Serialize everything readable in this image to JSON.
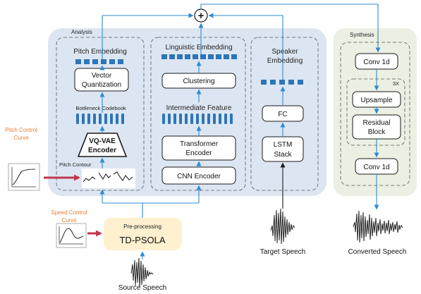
{
  "analysis": {
    "label": "Analysis",
    "pitch": {
      "title": "Pitch Embedding",
      "vq_line1": "Vector",
      "vq_line2": "Quantization",
      "codebook": "Bottleneck Codebook",
      "enc_line1": "VQ-VAE",
      "enc_line2": "Encoder",
      "contour": "Pitch Contour"
    },
    "linguistic": {
      "title": "Linguistic Embedding",
      "clustering": "Clustering",
      "intermediate": "Intermediate Feature",
      "transformer_line1": "Transformer",
      "transformer_line2": "Encoder",
      "cnn": "CNN Encoder"
    },
    "speaker": {
      "title_line1": "Speaker",
      "title_line2": "Embedding",
      "fc": "FC",
      "lstm_line1": "LSTM",
      "lstm_line2": "Stack"
    }
  },
  "synthesis": {
    "label": "Synthesis",
    "conv_top": "Conv 1d",
    "repeat": "3X",
    "upsample": "Upsample",
    "residual_line1": "Residual",
    "residual_line2": "Block",
    "conv_bottom": "Conv 1d"
  },
  "preprocessing": {
    "label": "Pre-processing",
    "method": "TD-PSOLA"
  },
  "controls": {
    "pitch_line1": "Pitch Control",
    "pitch_line2": "Curve",
    "speed_line1": "Speed Control",
    "speed_line2": "Curve"
  },
  "signals": {
    "source": "Source Speech",
    "target": "Target Speech",
    "converted": "Converted Speech"
  },
  "sum_symbol": "+",
  "colors": {
    "analysis_bg": "#dce6f2",
    "synthesis_bg": "#ebf0e3",
    "preproc_bg": "#fff0cf",
    "accent_blue": "#2e75b6",
    "arrow_blue": "#2e8bd0",
    "control_orange": "#ed7d31",
    "control_arrow": "#c0394d"
  }
}
